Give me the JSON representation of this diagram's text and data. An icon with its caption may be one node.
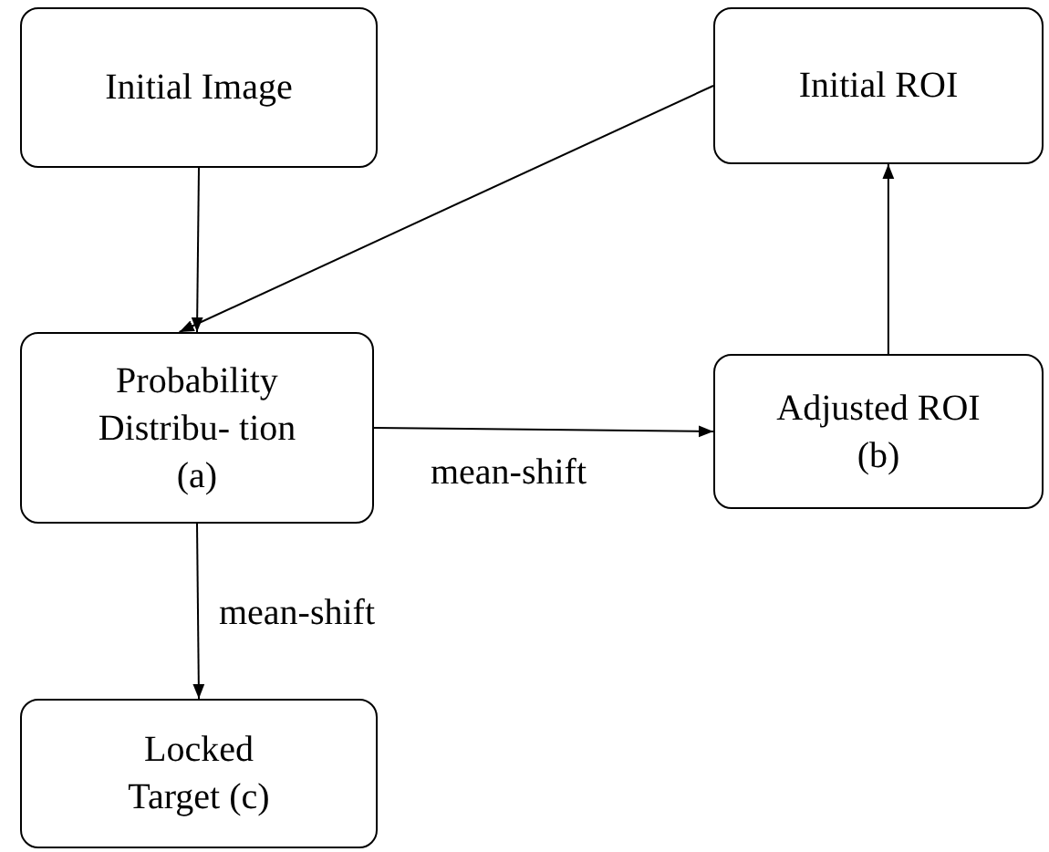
{
  "diagram": {
    "nodes": [
      {
        "text": [
          "Initial Image"
        ]
      },
      {
        "text": [
          "Initial ROI"
        ]
      },
      {
        "text": [
          "Probability Distribu- tion (a)"
        ]
      },
      {
        "text": [
          "Adjusted ROI (b)"
        ]
      },
      {
        "text": [
          "Locked Target (c)"
        ]
      }
    ],
    "edges": [
      {
        "from": 0,
        "to": 2,
        "arrow": "to"
      },
      {
        "from": 1,
        "to": 2,
        "arrow": "to"
      },
      {
        "from": 2,
        "to": 3,
        "arrow": "to",
        "label": "mean-shift"
      },
      {
        "from": 3,
        "to": 1,
        "arrow": "to"
      },
      {
        "from": 2,
        "to": 4,
        "arrow": "to",
        "label": "mean-shift"
      }
    ]
  }
}
